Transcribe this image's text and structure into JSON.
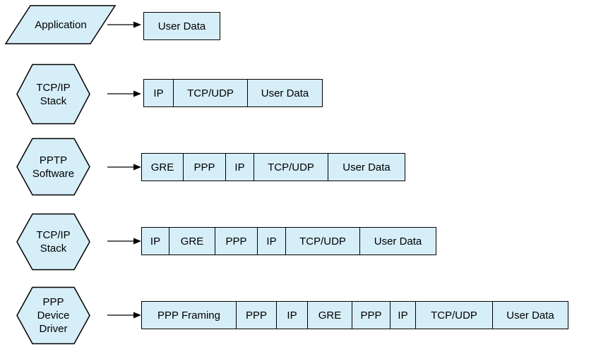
{
  "diagram": {
    "colors": {
      "shape_fill": "#d6eef8",
      "border": "#000000",
      "text": "#000000",
      "background": "#ffffff"
    },
    "rows": [
      {
        "shape": {
          "type": "parallelogram",
          "label": "Application"
        },
        "cells": [
          "User Data"
        ]
      },
      {
        "shape": {
          "type": "hexagon",
          "label": "TCP/IP\nStack"
        },
        "cells": [
          "IP",
          "TCP/UDP",
          "User Data"
        ]
      },
      {
        "shape": {
          "type": "hexagon",
          "label": "PPTP\nSoftware"
        },
        "cells": [
          "GRE",
          "PPP",
          "IP",
          "TCP/UDP",
          "User Data"
        ]
      },
      {
        "shape": {
          "type": "hexagon",
          "label": "TCP/IP\nStack"
        },
        "cells": [
          "IP",
          "GRE",
          "PPP",
          "IP",
          "TCP/UDP",
          "User Data"
        ]
      },
      {
        "shape": {
          "type": "hexagon",
          "label": "PPP\nDevice\nDriver"
        },
        "cells": [
          "PPP Framing",
          "PPP",
          "IP",
          "GRE",
          "PPP",
          "IP",
          "TCP/UDP",
          "User Data"
        ]
      }
    ]
  }
}
